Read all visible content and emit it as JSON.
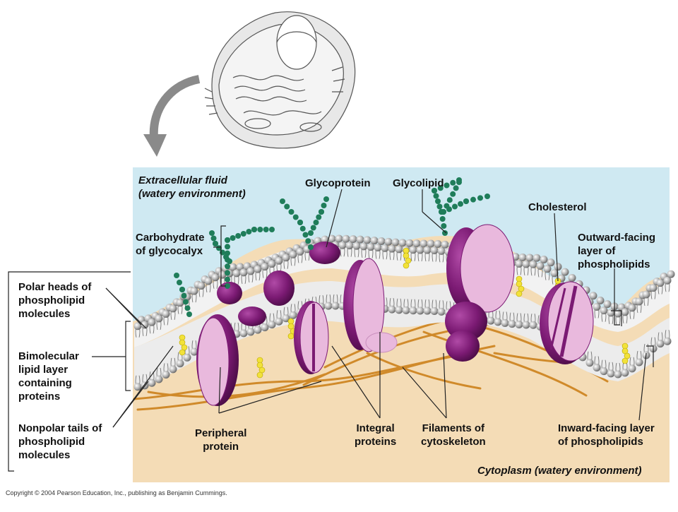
{
  "labels": {
    "extracellular": "Extracellular fluid\n(watery environment)",
    "glycoprotein": "Glycoprotein",
    "glycolipid": "Glycolipid",
    "cholesterol": "Cholesterol",
    "carbohydrate": "Carbohydrate\nof glycocalyx",
    "outward": "Outward-facing\nlayer of\nphospholipids",
    "polar_heads": "Polar heads of\nphospholipid\nmolecules",
    "bimolecular": "Bimolecular\nlipid layer\ncontaining\nproteins",
    "nonpolar": "Nonpolar tails of\nphospholipid\nmolecules",
    "peripheral": "Peripheral\nprotein",
    "integral": "Integral\nproteins",
    "filaments": "Filaments of\ncytoskeleton",
    "inward": "Inward-facing layer\nof phospholipids",
    "cytoplasm": "Cytoplasm (watery environment)"
  },
  "copyright": "Copyright © 2004 Pearson Education, Inc., publishing as Benjamin Cummings.",
  "colors": {
    "extracellular": "#cfe9f2",
    "cytoplasm": "#f4dcb6",
    "protein_purple": "#7b1a73",
    "protein_pink": "#e9b9dd",
    "sugar_green": "#1f7d5a",
    "cholesterol_yellow": "#f2e23a",
    "filament_orange": "#d08a2a",
    "head_gray": "#a9a9a9"
  }
}
